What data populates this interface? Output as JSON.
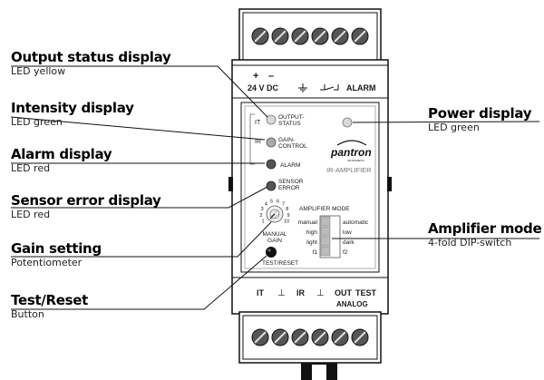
{
  "left_labels": [
    {
      "title": "Output status display",
      "subtitle": "LED yellow"
    },
    {
      "title": "Intensity display",
      "subtitle": "LED green"
    },
    {
      "title": "Alarm display",
      "subtitle": "LED red"
    },
    {
      "title": "Sensor error display",
      "subtitle": "LED red"
    },
    {
      "title": "Gain setting",
      "subtitle": "Potentiometer"
    },
    {
      "title": "Test/Reset",
      "subtitle": "Button"
    }
  ],
  "right_labels": [
    {
      "title": "Power display",
      "subtitle": "LED green"
    },
    {
      "title": "Amplifier mode",
      "subtitle": "4-fold DIP-switch"
    }
  ],
  "device": {
    "top_terminal": {
      "plus": "+",
      "minus": "–",
      "voltage": "24 V DC",
      "alarm": "ALARM"
    },
    "leds": {
      "it": "IT",
      "ir": "IR",
      "output_status_1": "OUTPUT-",
      "output_status_2": "STATUS",
      "gain_control_1": "GAIN-",
      "gain_control_2": "CONTROL",
      "alarm": "ALARM",
      "sensor_error_1": "SENSOR",
      "sensor_error_2": "ERROR"
    },
    "brand": "pantron",
    "brand_tagline": "INSTRUMENTS",
    "product": "IR-AMPLIFIER",
    "dial_numbers": [
      "1",
      "2",
      "3",
      "4",
      "5",
      "6",
      "7",
      "8",
      "9",
      "10"
    ],
    "manual_gain_1": "MANUAL",
    "manual_gain_2": "GAIN",
    "test_reset": "TEST/RESET",
    "amplifier_mode": {
      "title": "AMPLIFIER MODE",
      "rows": [
        {
          "left": "manual",
          "right": "automatic"
        },
        {
          "left": "high",
          "right": "low"
        },
        {
          "left": "light",
          "right": "dark"
        },
        {
          "left": "f1",
          "right": "f2"
        }
      ]
    },
    "bottom_terminal": {
      "it": "IT",
      "gnd1": "⊥",
      "ir": "IR",
      "gnd2": "⊥",
      "out": "OUT",
      "test": "TEST",
      "analog": "ANALOG"
    }
  }
}
